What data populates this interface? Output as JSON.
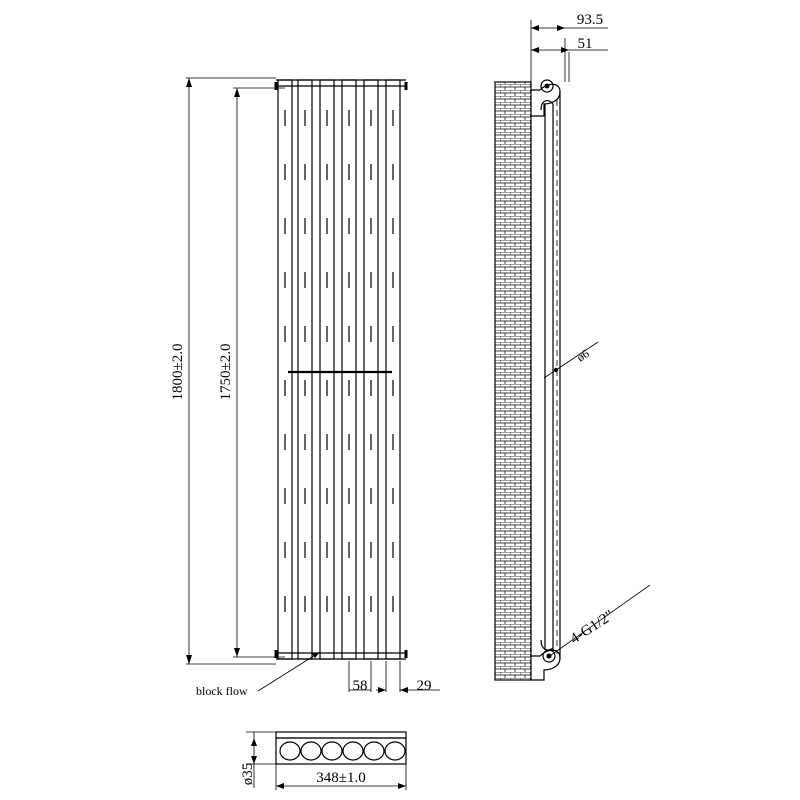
{
  "dimensions": {
    "overall_height": "1800±2.0",
    "centres_height": "1750±2.0",
    "depth_total": "93.5",
    "depth_bracket": "51",
    "tube_pitch": "58",
    "tube_width": "29",
    "overall_width": "348±1.0",
    "section_depth": "ø35",
    "pin_diameter": "ø6"
  },
  "notes": {
    "block_flow": "block flow",
    "connections": "4-G1/2\""
  },
  "colors": {
    "line": "#000000",
    "background": "#ffffff"
  }
}
